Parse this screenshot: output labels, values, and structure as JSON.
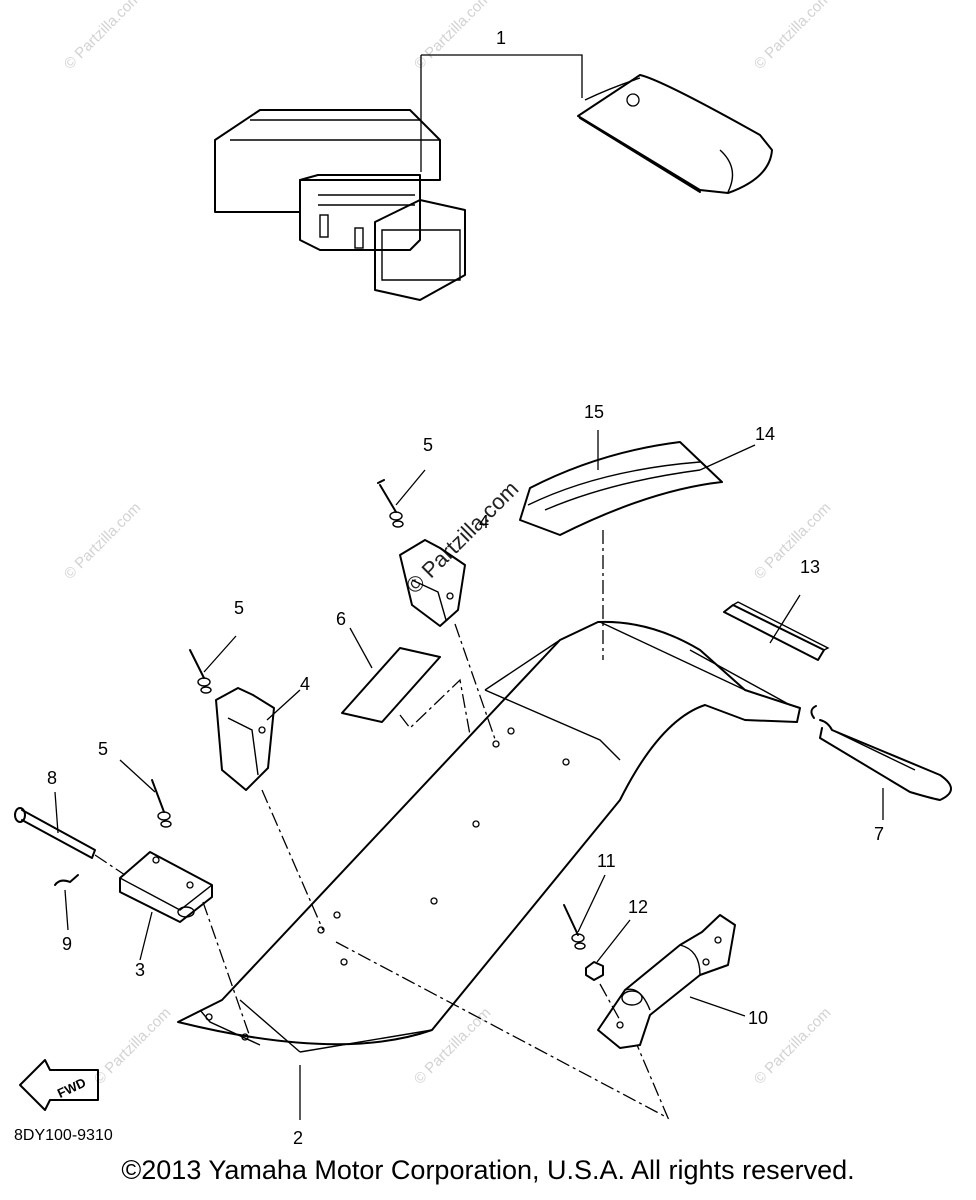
{
  "diagram": {
    "code": "8DY100-9310",
    "copyright": "©2013 Yamaha Motor Corporation, U.S.A. All rights reserved.",
    "fwd_label": "FWD",
    "watermark": "© Partzilla.com",
    "callouts": [
      "1",
      "2",
      "3",
      "4",
      "4",
      "5",
      "5",
      "5",
      "6",
      "7",
      "8",
      "9",
      "10",
      "11",
      "12",
      "13",
      "14",
      "15"
    ]
  }
}
